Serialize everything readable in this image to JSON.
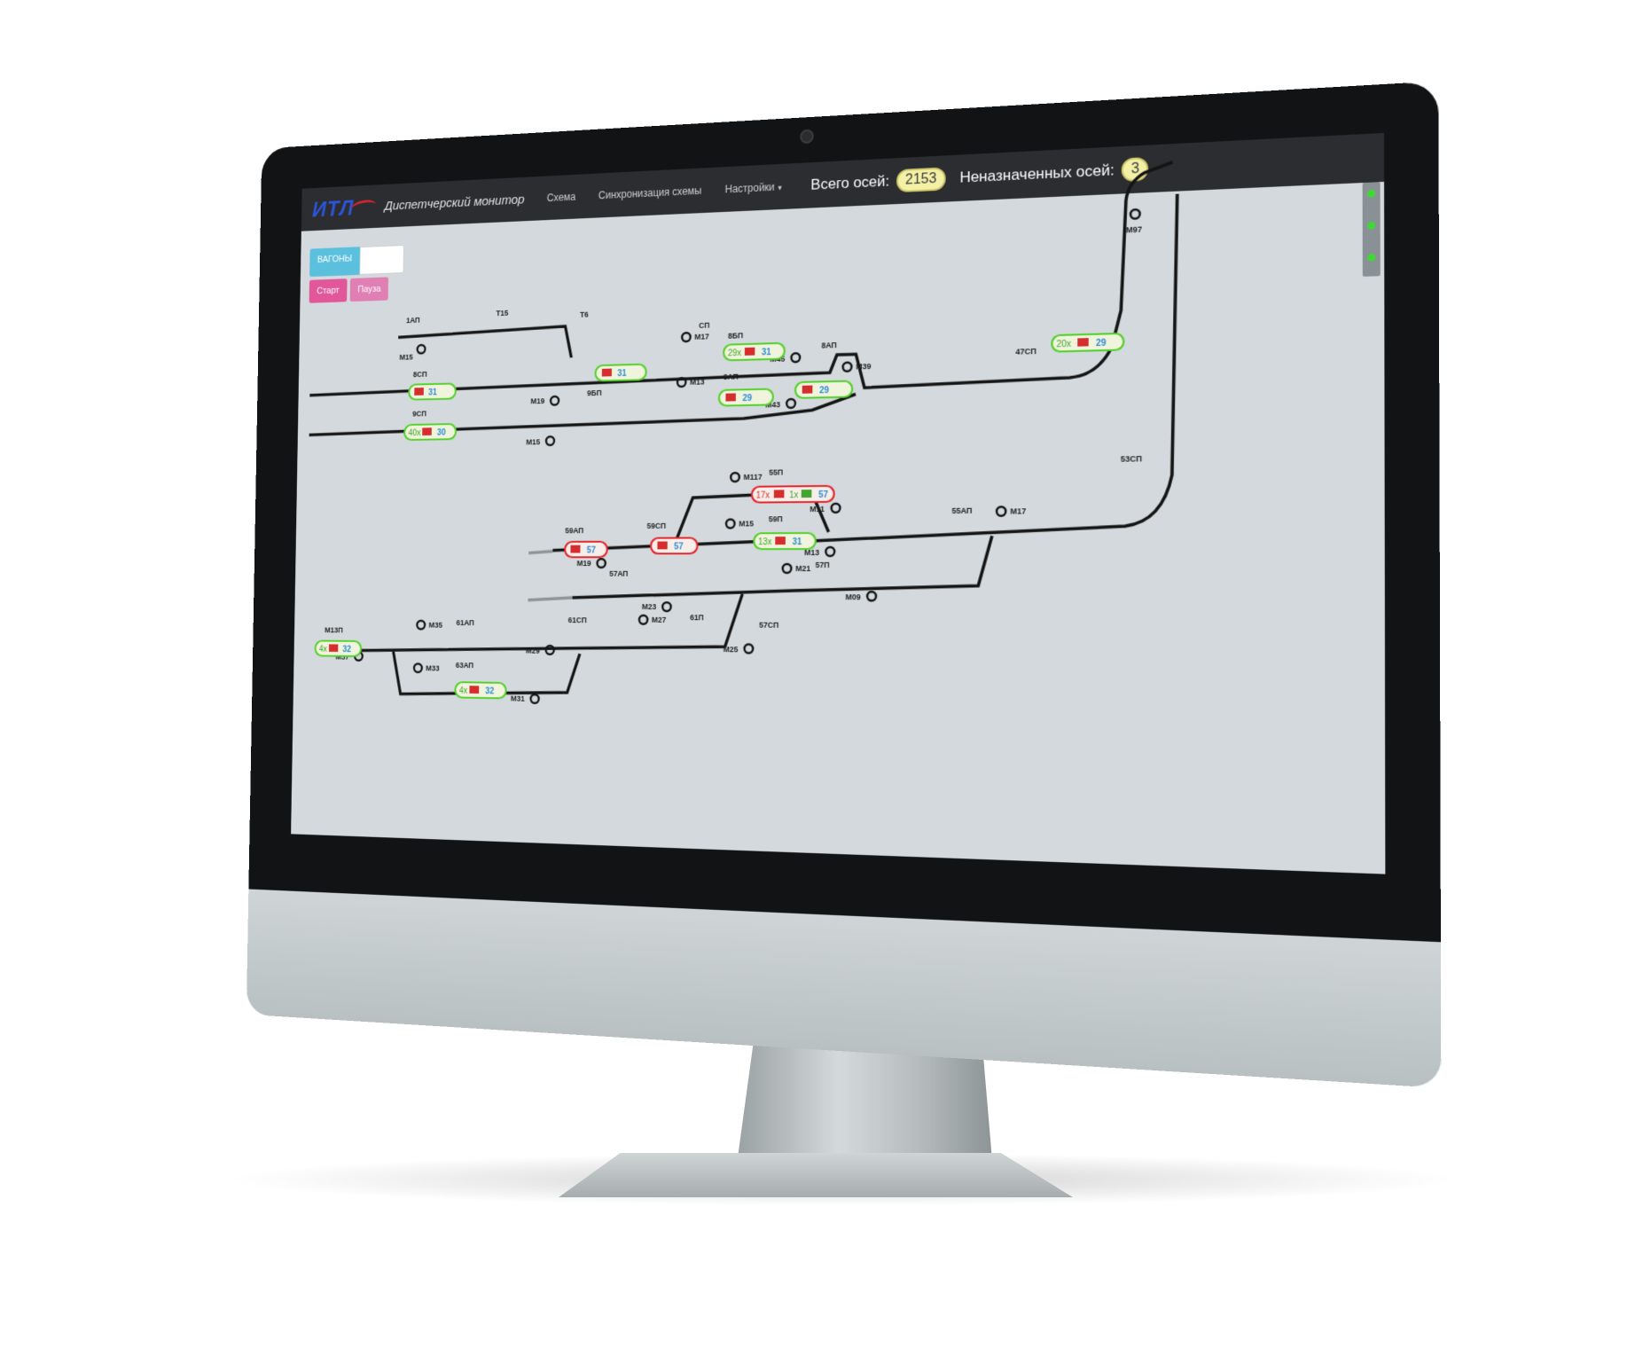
{
  "app": {
    "logo": "ИТЛ",
    "brand": "Диспетчерский монитор",
    "nav": [
      "Схема",
      "Синхронизация схемы",
      "Настройки"
    ],
    "total_axles_label": "Всего осей:",
    "total_axles_value": "2153",
    "unassigned_axles_label": "Неназначенных осей:",
    "unassigned_axles_value": "3"
  },
  "controls": {
    "wagons_label": "ВАГОНЫ",
    "wagons_value": "",
    "start_label": "Старт",
    "pause_label": "Пауза"
  },
  "colors": {
    "ok": "#52d12a",
    "alarm": "#e5252b",
    "wagon": "#d62e2e",
    "number": "#2d8bd4"
  },
  "track_labels": [
    "1АП",
    "Т15",
    "Т6",
    "СП",
    "8БП",
    "8АП",
    "8СП",
    "9СП",
    "9БП",
    "9АП",
    "47СП",
    "53СП",
    "55П",
    "59АП",
    "59СП",
    "59П",
    "55АП",
    "57АП",
    "57П",
    "61АП",
    "61СП",
    "61П",
    "57СП",
    "63АП",
    "М13П"
  ],
  "signals": [
    "М15",
    "М17",
    "М45",
    "М39",
    "М19",
    "М13",
    "М43",
    "М15",
    "М97",
    "М117",
    "М11",
    "М15",
    "М17",
    "М19",
    "М13",
    "М21",
    "М23",
    "М27",
    "М09",
    "М35",
    "М29",
    "М25",
    "М37",
    "М33",
    "М31"
  ],
  "occupancies": [
    {
      "track": "8СП",
      "count": "",
      "number": "31",
      "state": "ok"
    },
    {
      "track": "Т6",
      "count": "",
      "number": "31",
      "state": "ok"
    },
    {
      "track": "8БП",
      "count": "29х",
      "number": "31",
      "state": "ok"
    },
    {
      "track": "9СП",
      "count": "40х",
      "number": "30",
      "state": "ok"
    },
    {
      "track": "9АП",
      "count": "",
      "number": "29",
      "state": "ok"
    },
    {
      "track": "8АП",
      "count": "",
      "number": "29",
      "state": "ok"
    },
    {
      "track": "47СП",
      "count": "20х",
      "number": "29",
      "state": "ok"
    },
    {
      "track": "55П",
      "count": "17х",
      "count2": "1х",
      "number": "57",
      "state": "alarm"
    },
    {
      "track": "59АП",
      "count": "",
      "number": "57",
      "state": "alarm"
    },
    {
      "track": "59СП",
      "count": "",
      "number": "57",
      "state": "alarm"
    },
    {
      "track": "59П",
      "count": "13х",
      "number": "31",
      "state": "ok"
    },
    {
      "track": "М13П",
      "count": "4х",
      "number": "32",
      "state": "ok"
    },
    {
      "track": "63АП",
      "count": "4х",
      "number": "32",
      "state": "ok"
    }
  ]
}
